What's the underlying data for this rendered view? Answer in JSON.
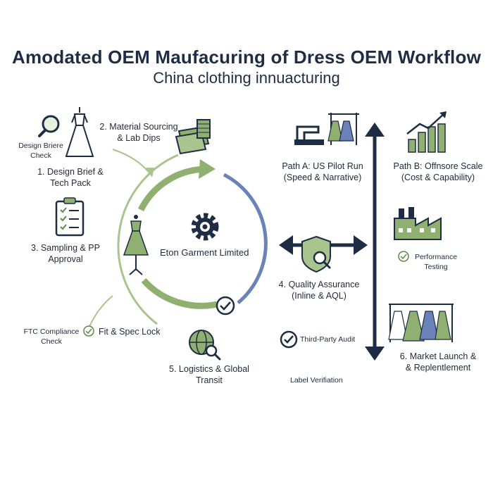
{
  "header": {
    "title": "Amodated OEM Maufacuring of Dress OEM Workflow",
    "subtitle": "China clothing innuacturing"
  },
  "center": {
    "label": "Eton Garment Limited"
  },
  "steps": {
    "design_check": "Design Briere\nCheck",
    "design_brief": "1. Design Brief &\nTech Pack",
    "material": "2. Material Sourcing\n& Lab Dips",
    "sampling": "3. Sampling & PP\nApproval",
    "ftc": "FTC Compliance\nCheck",
    "fit_spec": "Fit & Spec Lock",
    "logistics": "5. Logistics & Global\nTransit",
    "quality": "4. Quality Assurance\n(Inline & AQL)",
    "third_party": "Third-Party Audit",
    "label_verification": "Label Verifiation",
    "path_a": "Path A: US Pilot Run\n(Speed & Narrative)",
    "path_b": "Path B: Offnsore Scale\n(Cost & Capability)",
    "performance": "Performance\nTesting",
    "market_launch": "6. Market Launch &\n& Replentlement"
  },
  "colors": {
    "navy": "#1e2d44",
    "green": "#8fb070",
    "green_dark": "#5f8a45",
    "blue": "#6a82b8"
  },
  "icons": [
    "magnifier-icon",
    "dress-form-icon",
    "fabric-spool-icon",
    "clipboard-icon",
    "mannequin-icon",
    "gear-icon",
    "check-circle-icon",
    "globe-search-icon",
    "shield-search-icon",
    "sewing-machine-icon",
    "bar-chart-icon",
    "factory-icon",
    "garment-rack-icon"
  ]
}
